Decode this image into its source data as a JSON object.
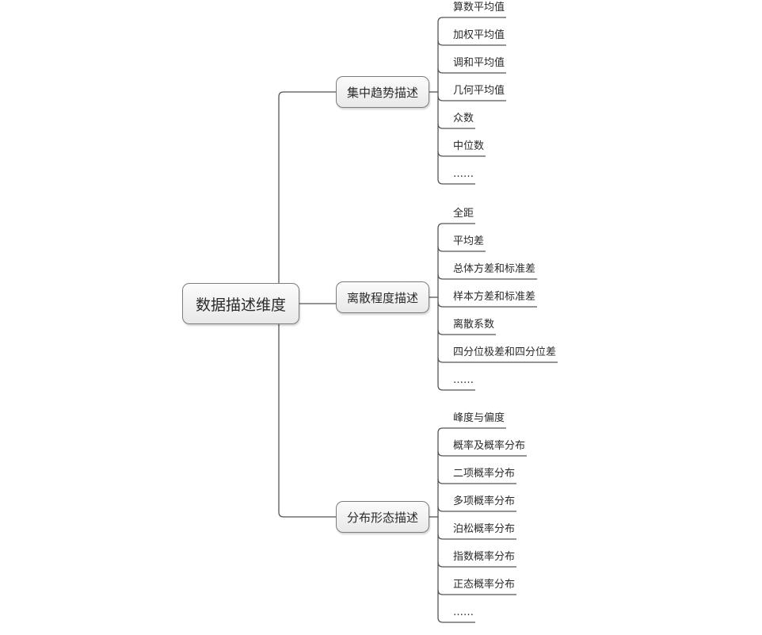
{
  "root": {
    "label": "数据描述维度"
  },
  "branches": [
    {
      "label": "集中趋势描述",
      "leaves": [
        "算数平均值",
        "加权平均值",
        "调和平均值",
        "几何平均值",
        "众数",
        "中位数",
        "……"
      ]
    },
    {
      "label": "离散程度描述",
      "leaves": [
        "全距",
        "平均差",
        "总体方差和标准差",
        "样本方差和标准差",
        "离散系数",
        "四分位极差和四分位差",
        "……"
      ]
    },
    {
      "label": "分布形态描述",
      "leaves": [
        "峰度与偏度",
        "概率及概率分布",
        "二项概率分布",
        "多项概率分布",
        "泊松概率分布",
        "指数概率分布",
        "正态概率分布",
        "……"
      ]
    }
  ]
}
